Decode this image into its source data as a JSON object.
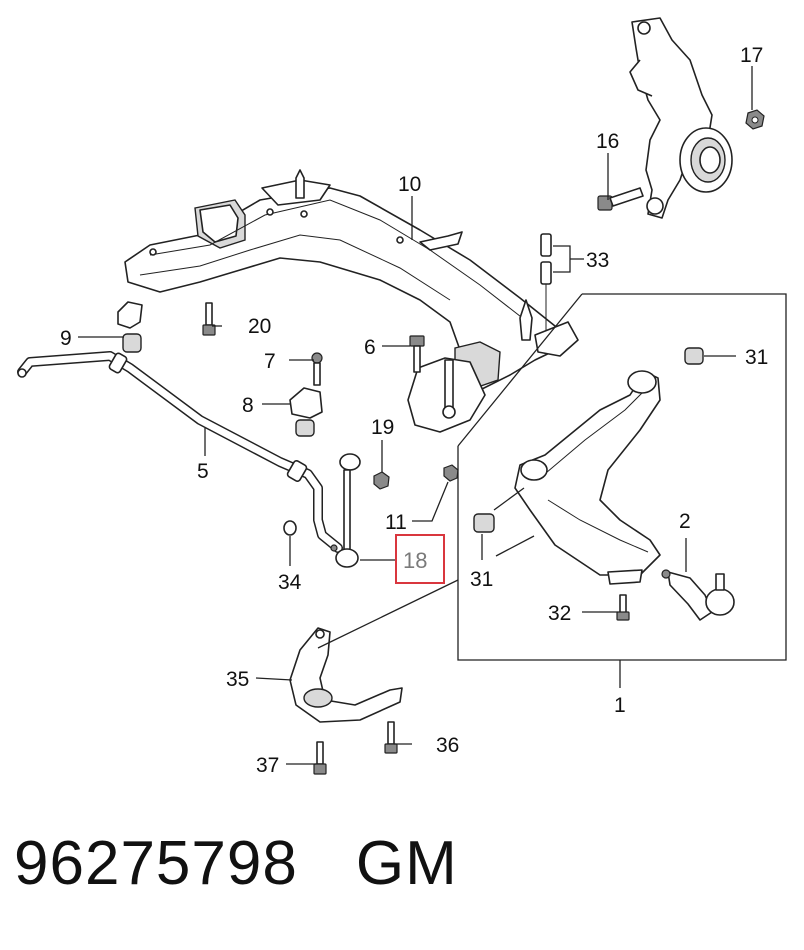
{
  "callouts": {
    "c1": "1",
    "c2": "2",
    "c5": "5",
    "c6": "6",
    "c7": "7",
    "c8": "8",
    "c9": "9",
    "c10": "10",
    "c11": "11",
    "c16": "16",
    "c17": "17",
    "c18": "18",
    "c19": "19",
    "c20": "20",
    "c31a": "31",
    "c31b": "31",
    "c32": "32",
    "c33": "33",
    "c34": "34",
    "c35": "35",
    "c36": "36",
    "c37": "37"
  },
  "highlight": {
    "callout": "18",
    "color": "#d9363e"
  },
  "caption": {
    "part_number": "96275798",
    "brand": "GM"
  }
}
